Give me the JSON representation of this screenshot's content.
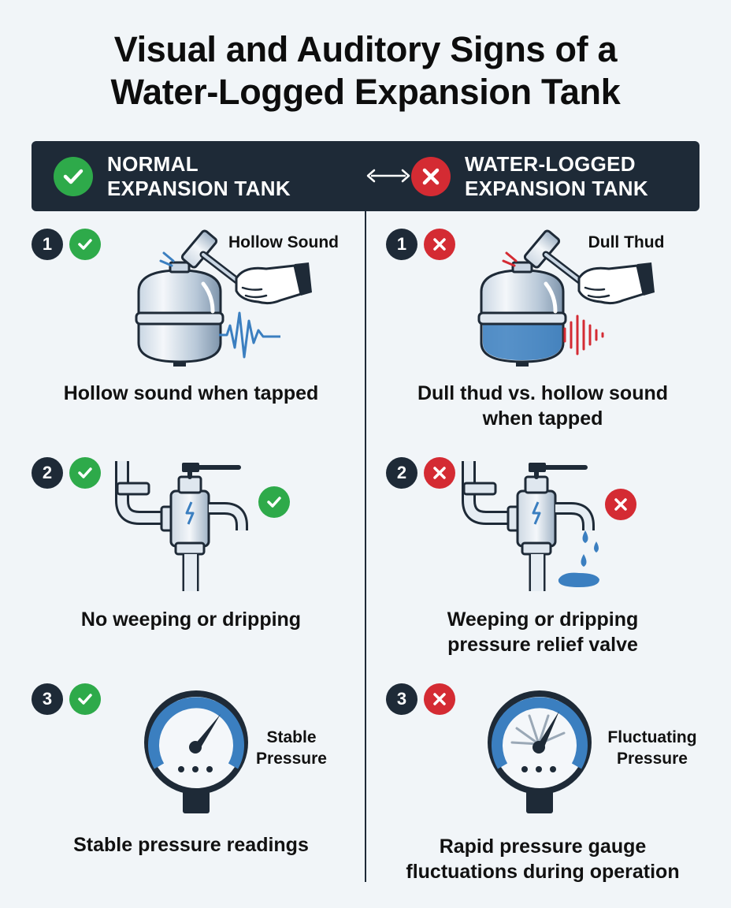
{
  "title": {
    "line1": "Visual and Auditory Signs of a",
    "line2": "Water-Logged Expansion Tank"
  },
  "header": {
    "left": {
      "line1": "NORMAL",
      "line2": "EXPANSION TANK",
      "badge_icon": "check-icon",
      "badge_color": "#2eaa4a"
    },
    "right": {
      "line1": "WATER-LOGGED",
      "line2": "EXPANSION TANK",
      "badge_icon": "x-icon",
      "badge_color": "#d42b33"
    },
    "center_icon": "double-arrow-icon"
  },
  "normal": {
    "steps": [
      {
        "number": "1",
        "status_icon": "check-icon",
        "illustration_label": "Hollow Sound",
        "caption_line1": "Hollow sound when tapped",
        "caption_line2": ""
      },
      {
        "number": "2",
        "status_icon": "check-icon",
        "illustration_label": "",
        "caption_line1": "No weeping or dripping",
        "caption_line2": ""
      },
      {
        "number": "3",
        "status_icon": "check-icon",
        "illustration_label_line1": "Stable",
        "illustration_label_line2": "Pressure",
        "caption_line1": "Stable pressure readings",
        "caption_line2": ""
      }
    ]
  },
  "waterlogged": {
    "steps": [
      {
        "number": "1",
        "status_icon": "x-icon",
        "illustration_label": "Dull Thud",
        "caption_line1": "Dull thud vs. hollow sound",
        "caption_line2": "when tapped"
      },
      {
        "number": "2",
        "status_icon": "x-icon",
        "illustration_label": "",
        "caption_line1": "Weeping or dripping",
        "caption_line2": "pressure relief valve"
      },
      {
        "number": "3",
        "status_icon": "x-icon",
        "illustration_label_line1": "Fluctuating",
        "illustration_label_line2": "Pressure",
        "caption_line1": "Rapid pressure gauge",
        "caption_line2": "fluctuations during operation"
      }
    ]
  },
  "colors": {
    "dark": "#1e2a37",
    "green": "#2eaa4a",
    "red": "#d42b33",
    "blue": "#3b7fc0",
    "background": "#f1f5f8"
  }
}
